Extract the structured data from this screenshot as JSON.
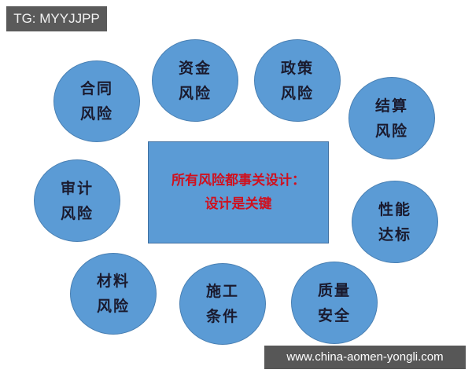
{
  "watermark_top": "TG: MYYJJPP",
  "watermark_bottom": "www.china-aomen-yongli.com",
  "center": {
    "line1": "所有风险都事关设计：",
    "line2": "设计是关键",
    "text_color": "#d0101e",
    "fill": "#5b9bd5"
  },
  "nodes": [
    {
      "line1": "合同",
      "line2": "风险"
    },
    {
      "line1": "资金",
      "line2": "风险"
    },
    {
      "line1": "政策",
      "line2": "风险"
    },
    {
      "line1": "结算",
      "line2": "风险"
    },
    {
      "line1": "审计",
      "line2": "风险"
    },
    {
      "line1": "性能",
      "line2": "达标"
    },
    {
      "line1": "材料",
      "line2": "风险"
    },
    {
      "line1": "施工",
      "line2": "条件"
    },
    {
      "line1": "质量",
      "line2": "安全"
    }
  ],
  "colors": {
    "node_fill": "#5b9bd5",
    "node_text": "#1a1a2e"
  }
}
